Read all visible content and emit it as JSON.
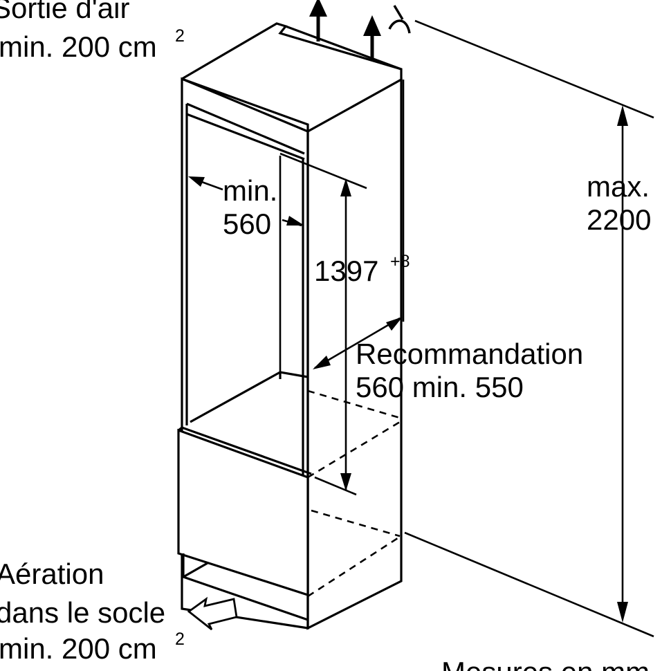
{
  "labels": {
    "air_outlet_line1": "Sortie d'air",
    "air_outlet_line2": "min. 200 cm",
    "air_outlet_sup": "2",
    "width_line1": "min.",
    "width_line2": "560",
    "height_value": "1397",
    "height_tolerance": "+8",
    "depth_line1": "Recommandation",
    "depth_line2": "560 min. 550",
    "max_line1": "max.",
    "max_line2": "2200",
    "base_vent_line1": "Aération",
    "base_vent_line2": "dans le socle",
    "base_vent_line3": "min. 200 cm",
    "base_vent_sup": "2",
    "units_note": "Mesures en mm"
  },
  "icons": {
    "airflow": "up-arrow-icon",
    "ceiling_break": "break-symbol-icon",
    "inflow": "hollow-arrow-icon"
  }
}
